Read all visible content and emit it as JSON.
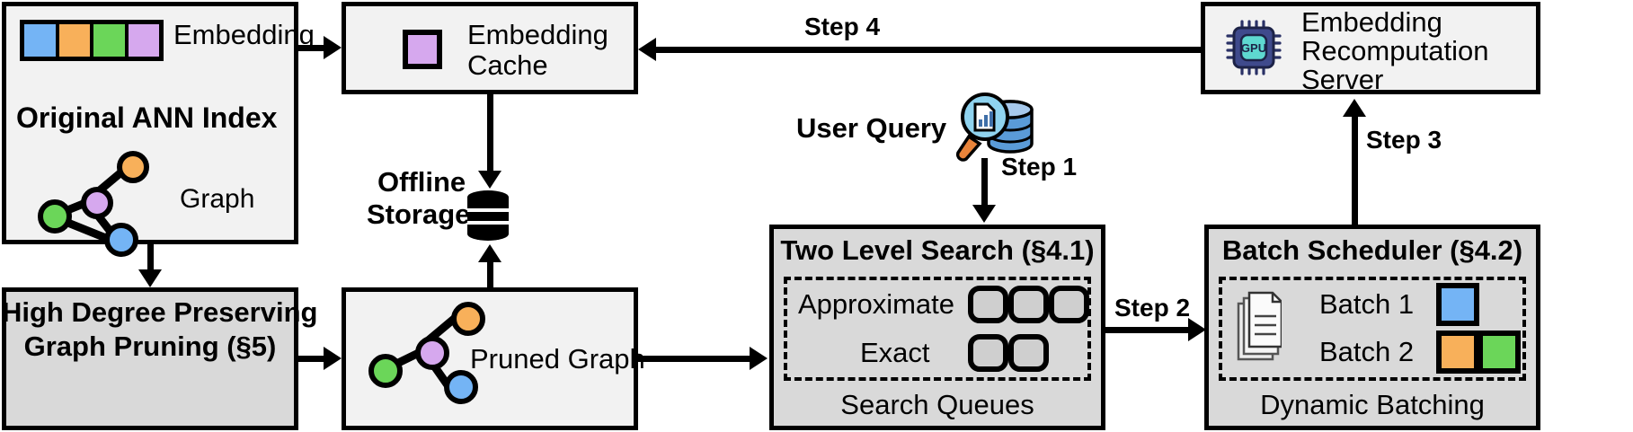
{
  "diagram": {
    "title": "ANN search system architecture with embedding cache and batch recomputation",
    "colors": {
      "blue": "#74b4f5",
      "orange": "#f8b05a",
      "green": "#6bd659",
      "purple": "#d6a8ee",
      "box_fill": "#f2f2f2",
      "shaded_fill": "#d9d9d9",
      "stroke": "#000000",
      "gpu_chip": "#3f4a8c",
      "gpu_core": "#5ed8d0",
      "query_icon": "#5a9bd8"
    }
  },
  "ann_index": {
    "embedding_label": "Embedding",
    "title": "Original ANN Index",
    "graph_label": "Graph",
    "embedding_swatches": [
      "blue",
      "orange",
      "green",
      "purple"
    ],
    "graph_nodes": [
      "orange",
      "purple",
      "green",
      "blue"
    ]
  },
  "pruning": {
    "line1": "High Degree Preserving",
    "line2": "Graph Pruning (§5)"
  },
  "embedding_cache": {
    "line1": "Embedding",
    "line2": "Cache",
    "swatch_color": "purple"
  },
  "offline_storage": {
    "line1": "Offline",
    "line2": "Storage",
    "icon": "database-cylinder-icon"
  },
  "pruned_graph": {
    "label": "Pruned Graph",
    "graph_nodes": [
      "orange",
      "purple",
      "green",
      "blue"
    ]
  },
  "user_query": {
    "label": "User Query",
    "icon": "magnifier-database-icon"
  },
  "two_level_search": {
    "title": "Two Level Search (§4.1)",
    "rows": [
      {
        "label": "Approximate",
        "slots": 3
      },
      {
        "label": "Exact",
        "slots": 2
      }
    ],
    "footer": "Search Queues"
  },
  "batch_scheduler": {
    "title": "Batch Scheduler (§4.2)",
    "icon": "documents-stack-icon",
    "rows": [
      {
        "label": "Batch 1",
        "swatches": [
          "blue"
        ]
      },
      {
        "label": "Batch 2",
        "swatches": [
          "orange",
          "green"
        ]
      }
    ],
    "footer": "Dynamic Batching"
  },
  "recomputation_server": {
    "line1": "Embedding",
    "line2": "Recomputation",
    "line3": "Server",
    "icon": "gpu-chip-icon",
    "icon_text": "GPU"
  },
  "steps": {
    "step1": "Step 1",
    "step2": "Step 2",
    "step3": "Step 3",
    "step4": "Step 4"
  }
}
